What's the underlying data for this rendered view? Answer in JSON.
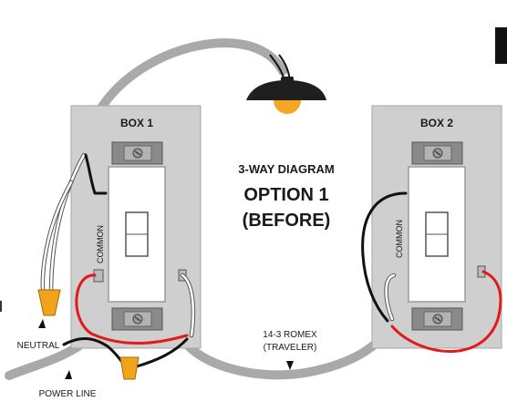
{
  "diagram": {
    "title_line1": "3-WAY DIAGRAM",
    "title_line2": "OPTION 1",
    "title_line3": "(BEFORE)"
  },
  "box1": {
    "label": "BOX 1",
    "common_label": "COMMON"
  },
  "box2": {
    "label": "BOX 2",
    "common_label": "COMMON"
  },
  "labels": {
    "neutral": "NEUTRAL",
    "power_line": "POWER LINE",
    "romex_line1": "14-3 ROMEX",
    "romex_line2": "(TRAVELER)"
  },
  "colors": {
    "cable_gray": "#a9a9a9",
    "box_gray": "#cfcfcf",
    "wire_black": "#111111",
    "wire_red": "#e01b1b",
    "wire_white": "#ffffff",
    "wire_nut": "#f2a31b",
    "bulb": "#f5a623",
    "lamp_shade": "#1f1f1f"
  },
  "icons": {
    "light_fixture": "pendant-lamp-icon",
    "wire_nut": "wire-nut-icon",
    "switch": "toggle-switch-icon"
  }
}
